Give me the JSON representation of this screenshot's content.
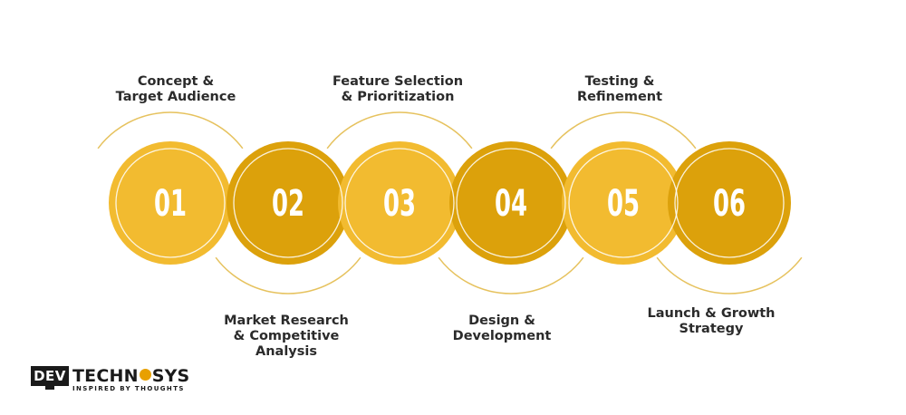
{
  "steps": [
    {
      "num": "01",
      "label": "Concept &\nTarget Audience",
      "position": "top",
      "color": "#f2bb30"
    },
    {
      "num": "02",
      "label": "Market Research\n& Competitive\nAnalysis",
      "position": "bottom",
      "color": "#dca10b"
    },
    {
      "num": "03",
      "label": "Feature Selection\n& Prioritization",
      "position": "top",
      "color": "#f2bb30"
    },
    {
      "num": "04",
      "label": "Design &\nDevelopment",
      "position": "bottom",
      "color": "#dca10b"
    },
    {
      "num": "05",
      "label": "Testing &\nRefinement",
      "position": "top",
      "color": "#f2bb30"
    },
    {
      "num": "06",
      "label": "Launch & Growth\nStrategy",
      "position": "bottom",
      "color": "#dca10b"
    }
  ],
  "colors": {
    "light": "#f2bb30",
    "dark": "#dca10b",
    "arc": "#e6c25e",
    "ring": "#ffffff",
    "text": "#2b2b2b"
  },
  "logo": {
    "box": "DEV",
    "main_left": "TECHN",
    "main_right": "SYS",
    "tagline": "INSPIRED BY THOUGHTS"
  }
}
